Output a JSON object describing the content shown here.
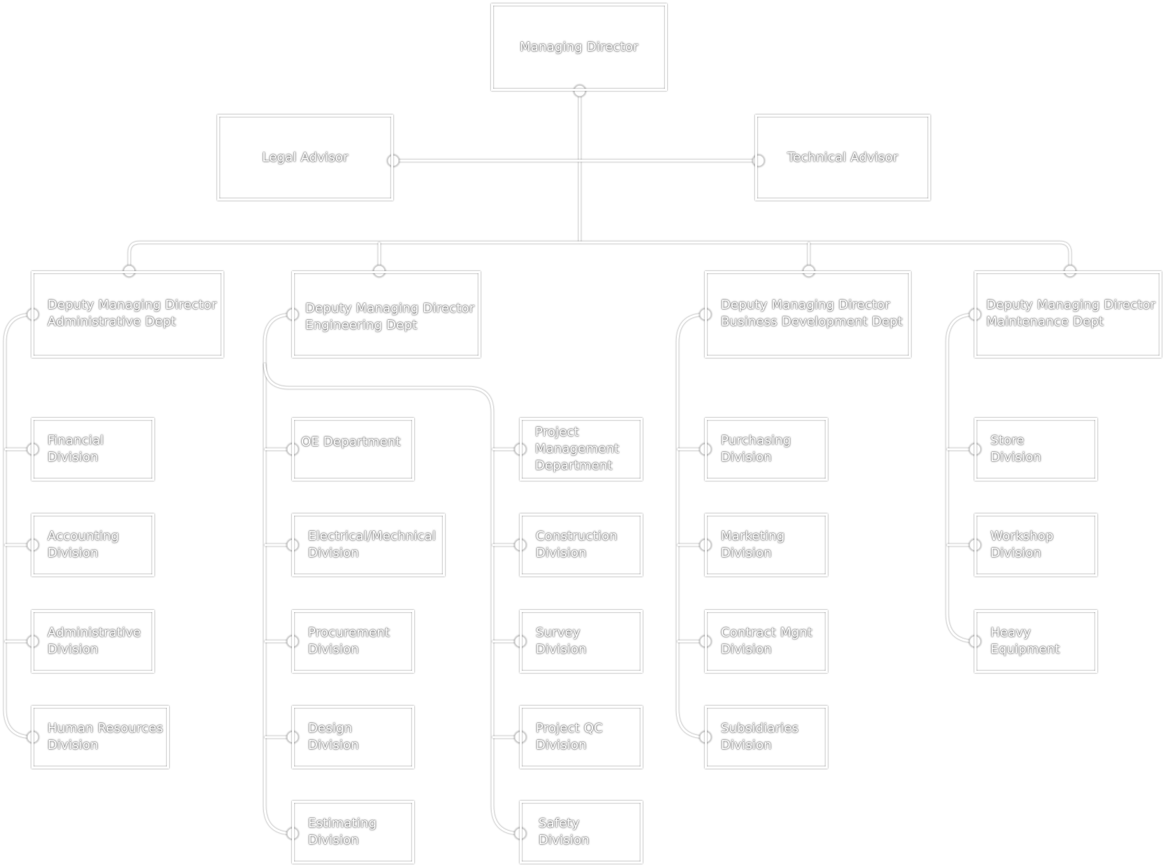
{
  "top": {
    "managing_director": "Managing Director"
  },
  "advisors": {
    "legal": "Legal Advisor",
    "technical": "Technical Advisor"
  },
  "deputies": {
    "admin": {
      "line1": "Deputy Managing Director",
      "line2": "Administrative Dept"
    },
    "engineering": {
      "line1": "Deputy Managing Director",
      "line2": "Engineering Dept"
    },
    "business": {
      "line1": "Deputy Managing Director",
      "line2": "Business Development Dept"
    },
    "maintenance": {
      "line1": "Deputy Managing Director",
      "line2": "Maintenance Dept"
    }
  },
  "admin_units": {
    "financial": {
      "line1": "Financial",
      "line2": "Division"
    },
    "accounting": {
      "line1": "Accounting",
      "line2": "Division"
    },
    "administrative": {
      "line1": "Administrative",
      "line2": "Division"
    },
    "human_resources": {
      "line1": "Human Resources",
      "line2": "Division"
    }
  },
  "engineering_units_a": {
    "oe": {
      "line1": "OE Department"
    },
    "electrical": {
      "line1": "Electrical/Mechnical",
      "line2": "Division"
    },
    "procurement": {
      "line1": "Procurement",
      "line2": "Division"
    },
    "design": {
      "line1": "Design",
      "line2": "Division"
    },
    "estimating": {
      "line1": "Estimating",
      "line2": "Division"
    }
  },
  "engineering_units_b": {
    "project_mgmt": {
      "line1": "Project",
      "line2": "Management",
      "line3": "Department"
    },
    "construction": {
      "line1": "Construction",
      "line2": "Division"
    },
    "survey": {
      "line1": "Survey",
      "line2": "Division"
    },
    "project_qc": {
      "line1": "Project QC",
      "line2": "Division"
    },
    "safety": {
      "line1": "Safety",
      "line2": "Division"
    }
  },
  "business_units": {
    "purchasing": {
      "line1": "Purchasing",
      "line2": "Division"
    },
    "marketing": {
      "line1": "Marketing",
      "line2": "Division"
    },
    "contract": {
      "line1": "Contract Mgnt",
      "line2": "Division"
    },
    "subsidiaries": {
      "line1": "Subsidiaries",
      "line2": "Division"
    }
  },
  "maintenance_units": {
    "store": {
      "line1": "Store",
      "line2": "Division"
    },
    "workshop": {
      "line1": "Workshop",
      "line2": "Division"
    },
    "heavy_equipment": {
      "line1": "Heavy",
      "line2": "Equipment"
    }
  },
  "colors": {
    "background": "#ffffff",
    "box_border": "#ffffff",
    "text": "#ffffff",
    "shadow": "#6a6a6a"
  }
}
